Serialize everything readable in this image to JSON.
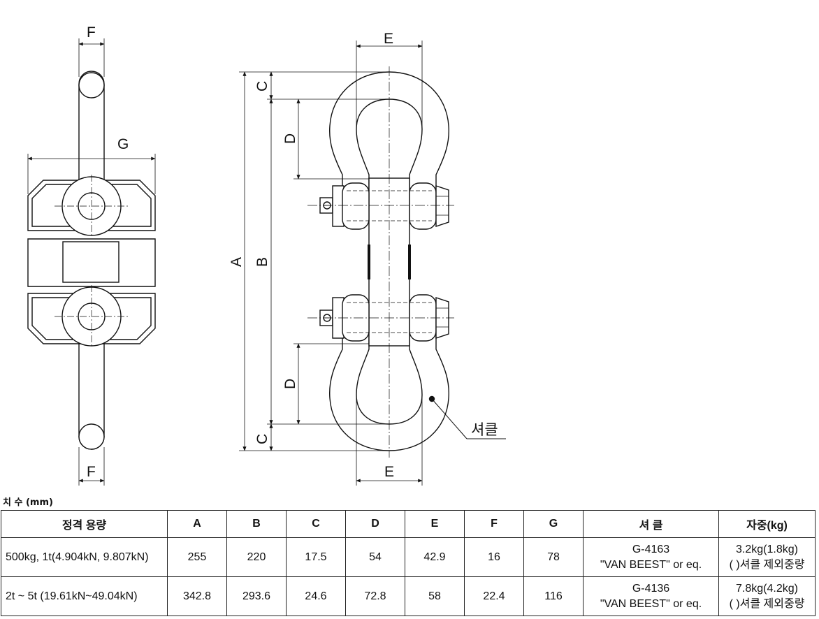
{
  "drawing": {
    "side_view": {
      "dim_f_top": "F",
      "dim_f_bottom": "F",
      "dim_g": "G"
    },
    "front_view": {
      "dim_e_top": "E",
      "dim_e_bottom": "E",
      "dim_a": "A",
      "dim_b": "B",
      "dim_c_top": "C",
      "dim_c_bottom": "C",
      "dim_d_top": "D",
      "dim_d_bottom": "D",
      "shackle_label": "셔클"
    }
  },
  "table": {
    "caption": "치 수 (mm)",
    "headers": [
      "정격 용량",
      "A",
      "B",
      "C",
      "D",
      "E",
      "F",
      "G",
      "셔 클",
      "자중(kg)"
    ],
    "rows": [
      {
        "capacity": "500kg, 1t(4.904kN, 9.807kN)",
        "a": "255",
        "b": "220",
        "c": "17.5",
        "d": "54",
        "e": "42.9",
        "f": "16",
        "g": "78",
        "shackle_code": "G-4163",
        "shackle_maker": "\"VAN BEEST\"  or eq.",
        "weight": "3.2kg(1.8kg)",
        "weight_note": "( )셔클 제외중량"
      },
      {
        "capacity": "2t ~ 5t (19.61kN~49.04kN)",
        "a": "342.8",
        "b": "293.6",
        "c": "24.6",
        "d": "72.8",
        "e": "58",
        "f": "22.4",
        "g": "116",
        "shackle_code": "G-4136",
        "shackle_maker": "\"VAN BEEST\"  or eq.",
        "weight": "7.8kg(4.2kg)",
        "weight_note": "( )셔클 제외중량"
      }
    ]
  }
}
